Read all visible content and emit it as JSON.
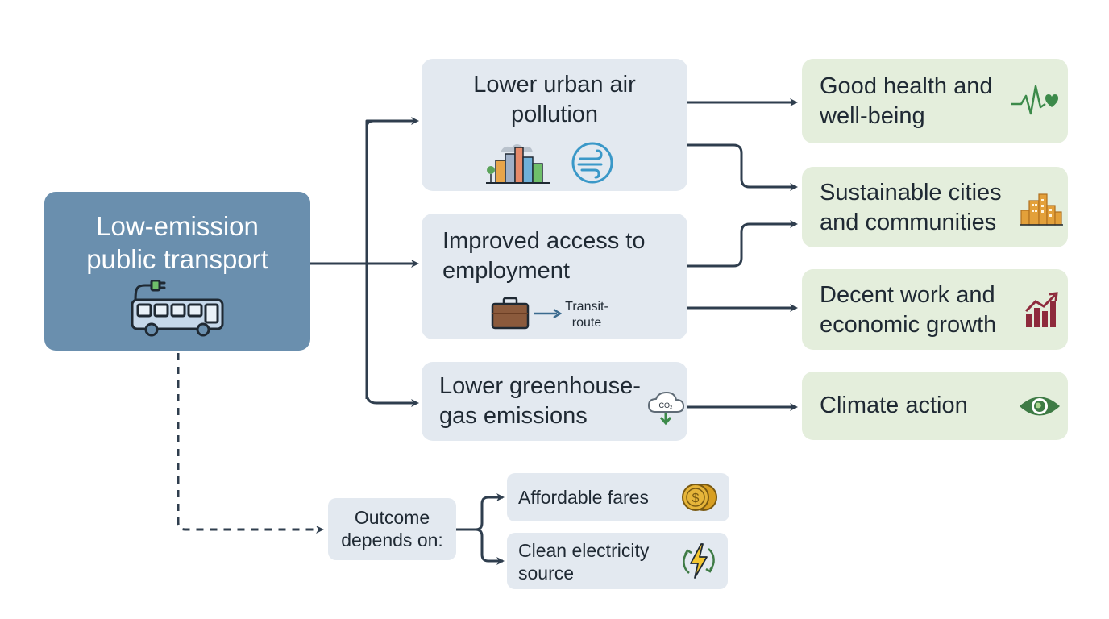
{
  "source": {
    "label": "Low-emission public transport",
    "icon": "electric-bus-icon"
  },
  "effects": [
    {
      "label": "Lower urban air pollution",
      "icons": [
        "city-skyline-icon",
        "wind-icon"
      ]
    },
    {
      "label": "Improved access to employment",
      "icon": "briefcase-icon",
      "route_label": "Transit-route"
    },
    {
      "label": "Lower greenhouse-gas emissions",
      "icon": "co2-cloud-icon",
      "co2_text": "CO₂"
    }
  ],
  "goals": [
    {
      "label": "Good health and well-being",
      "icon": "heartbeat-icon"
    },
    {
      "label": "Sustainable cities and communities",
      "icon": "buildings-icon"
    },
    {
      "label": "Decent work and economic growth",
      "icon": "growth-chart-icon"
    },
    {
      "label": "Climate action",
      "icon": "globe-eye-icon"
    }
  ],
  "conditions": {
    "label": "Outcome depends on:",
    "factors": [
      {
        "label": "Affordable fares",
        "icon": "coins-icon",
        "coin_symbol": "$"
      },
      {
        "label": "Clean electricity source",
        "icon": "renewable-lightning-icon"
      }
    ]
  },
  "colors": {
    "source_fill": "#6a8fae",
    "effect_fill": "#e3e9f0",
    "goal_fill": "#e4eedc",
    "arrow": "#2f3e4e",
    "health_green": "#3c8a4a",
    "cities_orange": "#e3a03a",
    "growth_red": "#8e2a3c",
    "climate_green": "#3e7b45",
    "coin_gold": "#e6b53a",
    "bolt_yellow": "#f3c530"
  }
}
